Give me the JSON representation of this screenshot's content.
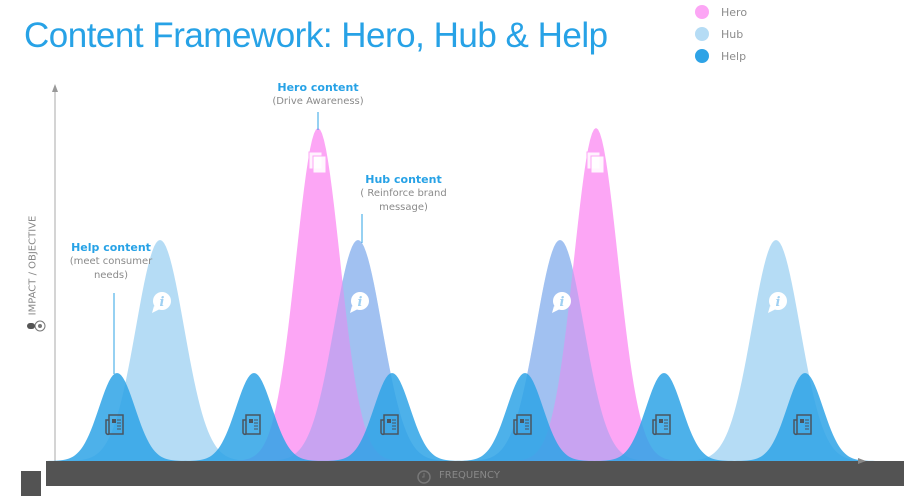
{
  "title": "Content Framework: Hero, Hub & Help",
  "legend": [
    {
      "label": "Hero",
      "color": "#fca6f5"
    },
    {
      "label": "Hub",
      "color": "#b5dcf5"
    },
    {
      "label": "Help",
      "color": "#2ea3e6"
    }
  ],
  "annotations": {
    "hero": {
      "title": "Hero content",
      "desc": "(Drive Awareness)"
    },
    "hub": {
      "title": "Hub content",
      "desc": "( Reinforce brand message)"
    },
    "help": {
      "title": "Help content",
      "desc": "(meet consumer needs)"
    }
  },
  "axes": {
    "y": "IMPACT / OBJECTIVE",
    "x": "FREQUENCY"
  },
  "icons": {
    "hero": "document-stack-icon",
    "hub": "info-bubble-icon",
    "help": "newspaper-icon"
  }
}
